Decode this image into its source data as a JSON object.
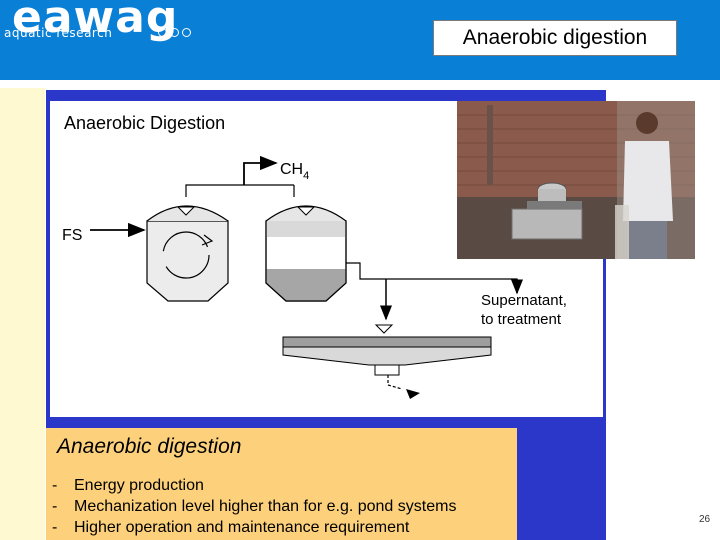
{
  "header": {
    "logo_word": "eawag",
    "logo_sub": "aquatic research",
    "title": "Anaerobic digestion",
    "brand_color": "#0a7fd6"
  },
  "diagram": {
    "title": "Anaerobic Digestion",
    "labels": {
      "input": "FS",
      "gas": "CH",
      "gas_sub": "4",
      "supernatant_line1": "Supernatant,",
      "supernatant_line2": "to treatment"
    }
  },
  "photo": {
    "subject": "man standing beside biogas stove"
  },
  "caption": {
    "title": "Anaerobic digestion",
    "bullets": [
      "Energy production",
      "Mechanization level higher than for e.g. pond systems",
      "Higher operation and maintenance requirement"
    ],
    "bullet_marker": "-"
  },
  "footer": {
    "page_number": "26"
  }
}
